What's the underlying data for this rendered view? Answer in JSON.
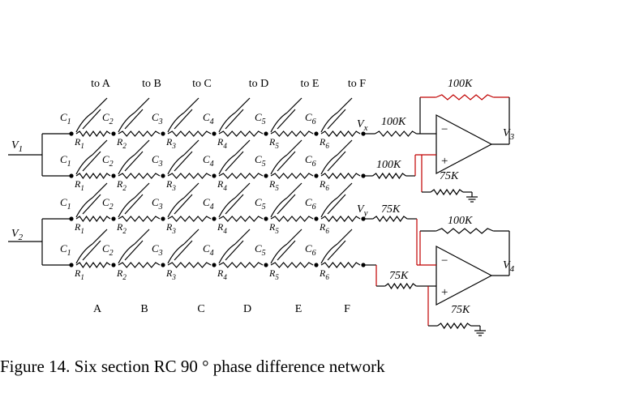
{
  "caption": "Figure 14. Six section RC 90 ° phase difference network",
  "inputs": {
    "v1": "V",
    "v1_sub": "1",
    "v2": "V",
    "v2_sub": "2"
  },
  "outputs": {
    "v3": "V",
    "v3_sub": "3",
    "v4": "V",
    "v4_sub": "4"
  },
  "taps": {
    "vx": "V",
    "vx_sub": "x",
    "vy": "V",
    "vy_sub": "y"
  },
  "top_labels": [
    "to A",
    "to B",
    "to C",
    "to D",
    "to E",
    "to F"
  ],
  "bottom_labels": [
    "A",
    "B",
    "C",
    "D",
    "E",
    "F"
  ],
  "capacitor_prefix": "C",
  "resistor_prefix": "R",
  "section_subscripts": [
    "1",
    "2",
    "3",
    "4",
    "5",
    "6"
  ],
  "opamp_signs": {
    "minus": "−",
    "plus": "+"
  },
  "upper_opamp": {
    "feedback": "100K",
    "input_resistor": "100K",
    "plus_resistor": "100K",
    "ground_resistor": "75K"
  },
  "lower_opamp": {
    "feedback": "100K",
    "input_resistor": "75K",
    "plus_resistor": "75K",
    "ground_resistor": "75K"
  }
}
